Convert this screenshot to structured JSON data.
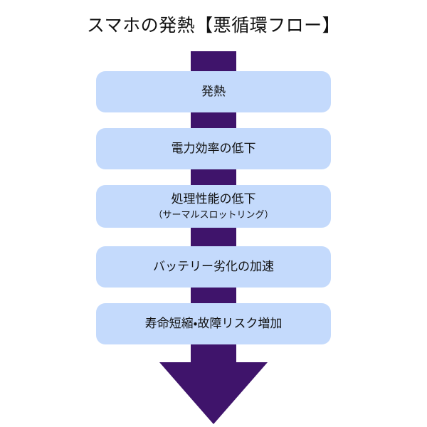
{
  "diagram": {
    "title": "スマホの発熱【悪循環フロー】",
    "type": "vertical-flow",
    "colors": {
      "background": "#ffffff",
      "box_fill": "#c4dafc",
      "arrow": "#3f146b",
      "text": "#111111"
    },
    "steps": [
      {
        "label": "発熱",
        "sublabel": ""
      },
      {
        "label": "電力効率の低下",
        "sublabel": ""
      },
      {
        "label": "処理性能の低下",
        "sublabel": "（サーマルスロットリング）"
      },
      {
        "label": "バッテリー劣化の加速",
        "sublabel": ""
      },
      {
        "label": "寿命短縮・故障リスク増加",
        "sublabel": ""
      }
    ],
    "arrow": {
      "direction": "down",
      "name": "down-arrow"
    }
  }
}
